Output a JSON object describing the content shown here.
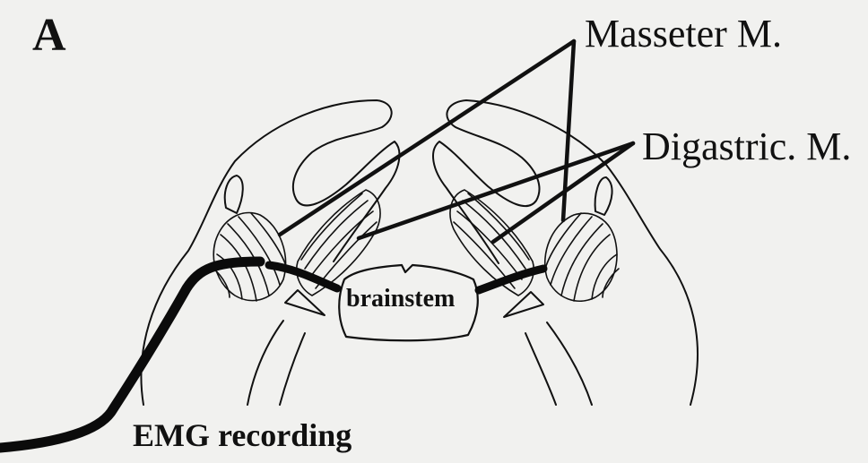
{
  "figure": {
    "panel_letter": "A",
    "labels": {
      "masseter": "Masseter M.",
      "digastric": "Digastric. M.",
      "brainstem": "brainstem",
      "emg": "EMG recording"
    }
  },
  "colors": {
    "background": "#f1f1ef",
    "ink": "#111111"
  }
}
